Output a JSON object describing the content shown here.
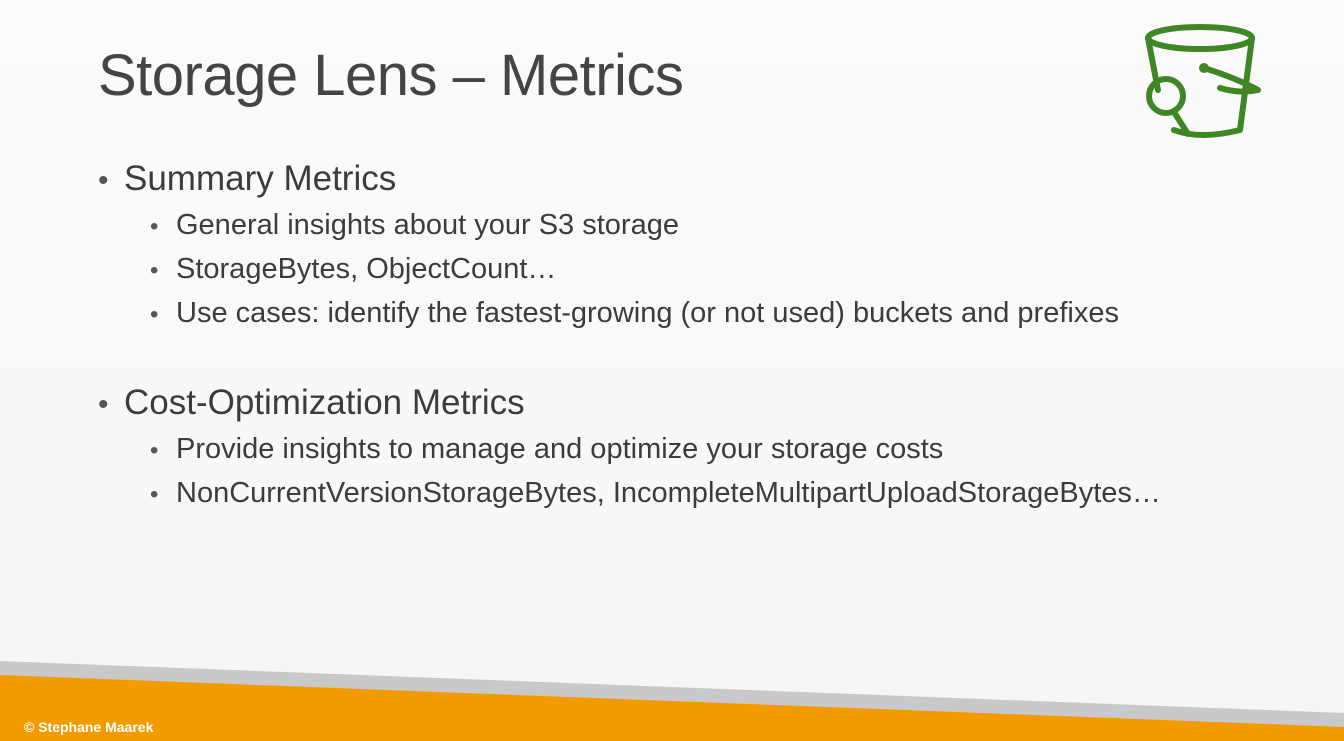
{
  "slide": {
    "title": "Storage Lens – Metrics",
    "logo_icon": "s3-storage-lens-bucket-icon",
    "accent_color": "#3f8624",
    "footer_color": "#f29b00"
  },
  "sections": [
    {
      "heading": "Summary Metrics",
      "items": [
        "General insights about your S3 storage",
        "StorageBytes, ObjectCount…",
        "Use cases: identify the fastest-growing (or not used) buckets and prefixes"
      ]
    },
    {
      "heading": "Cost-Optimization Metrics",
      "items": [
        "Provide insights to manage and optimize your storage costs",
        "NonCurrentVersionStorageBytes, IncompleteMultipartUploadStorageBytes…"
      ]
    }
  ],
  "footer": {
    "copyright": "© Stephane Maarek"
  }
}
